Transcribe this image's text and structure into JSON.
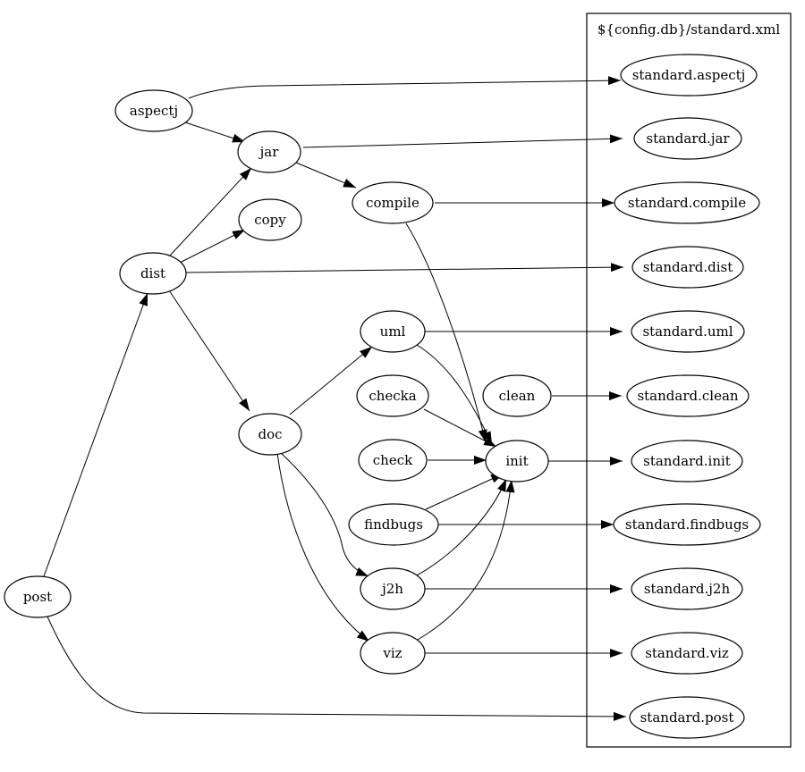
{
  "cluster_label": "${config.db}/standard.xml",
  "nodes": {
    "aspectj": "aspectj",
    "jar": "jar",
    "copy": "copy",
    "dist": "dist",
    "compile": "compile",
    "uml": "uml",
    "checka": "checka",
    "clean": "clean",
    "doc": "doc",
    "check": "check",
    "init": "init",
    "findbugs": "findbugs",
    "j2h": "j2h",
    "viz": "viz",
    "post": "post",
    "std_aspectj": "standard.aspectj",
    "std_jar": "standard.jar",
    "std_compile": "standard.compile",
    "std_dist": "standard.dist",
    "std_uml": "standard.uml",
    "std_clean": "standard.clean",
    "std_init": "standard.init",
    "std_findbugs": "standard.findbugs",
    "std_j2h": "standard.j2h",
    "std_viz": "standard.viz",
    "std_post": "standard.post"
  },
  "edges": [
    [
      "aspectj",
      "std_aspectj"
    ],
    [
      "aspectj",
      "jar"
    ],
    [
      "jar",
      "std_jar"
    ],
    [
      "jar",
      "compile"
    ],
    [
      "compile",
      "std_compile"
    ],
    [
      "compile",
      "init"
    ],
    [
      "dist",
      "jar"
    ],
    [
      "dist",
      "copy"
    ],
    [
      "dist",
      "std_dist"
    ],
    [
      "dist",
      "doc"
    ],
    [
      "uml",
      "std_uml"
    ],
    [
      "uml",
      "init"
    ],
    [
      "clean",
      "std_clean"
    ],
    [
      "checka",
      "init"
    ],
    [
      "check",
      "init"
    ],
    [
      "doc",
      "uml"
    ],
    [
      "doc",
      "j2h"
    ],
    [
      "doc",
      "viz"
    ],
    [
      "init",
      "std_init"
    ],
    [
      "findbugs",
      "init"
    ],
    [
      "findbugs",
      "std_findbugs"
    ],
    [
      "j2h",
      "init"
    ],
    [
      "j2h",
      "std_j2h"
    ],
    [
      "viz",
      "init"
    ],
    [
      "viz",
      "std_viz"
    ],
    [
      "post",
      "dist"
    ],
    [
      "post",
      "std_post"
    ]
  ]
}
